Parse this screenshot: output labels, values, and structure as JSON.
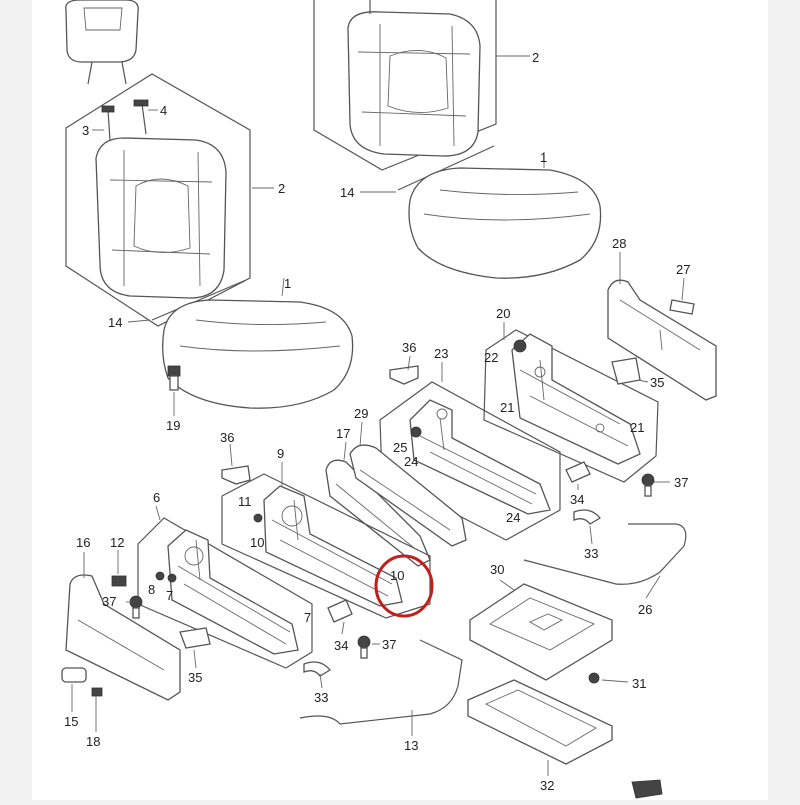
{
  "diagram": {
    "highlight_color": "#c0201a",
    "callouts": {
      "c1a": "1",
      "c1b": "1",
      "c2a": "2",
      "c2b": "2",
      "c3": "3",
      "c4": "4",
      "c6": "6",
      "c7a": "7",
      "c7b": "7",
      "c8": "8",
      "c9": "9",
      "c10a": "10",
      "c10b": "10",
      "c11": "11",
      "c12": "12",
      "c13": "13",
      "c14a": "14",
      "c14b": "14",
      "c15": "15",
      "c16": "16",
      "c17": "17",
      "c18": "18",
      "c19": "19",
      "c20": "20",
      "c21a": "21",
      "c21b": "21",
      "c22": "22",
      "c23": "23",
      "c24a": "24",
      "c24b": "24",
      "c25": "25",
      "c26": "26",
      "c27": "27",
      "c28": "28",
      "c29": "29",
      "c30": "30",
      "c31": "31",
      "c32": "32",
      "c33a": "33",
      "c33b": "33",
      "c34a": "34",
      "c34b": "34",
      "c35a": "35",
      "c35b": "35",
      "c36a": "36",
      "c36b": "36",
      "c37a": "37",
      "c37b": "37",
      "c37c": "37"
    }
  }
}
